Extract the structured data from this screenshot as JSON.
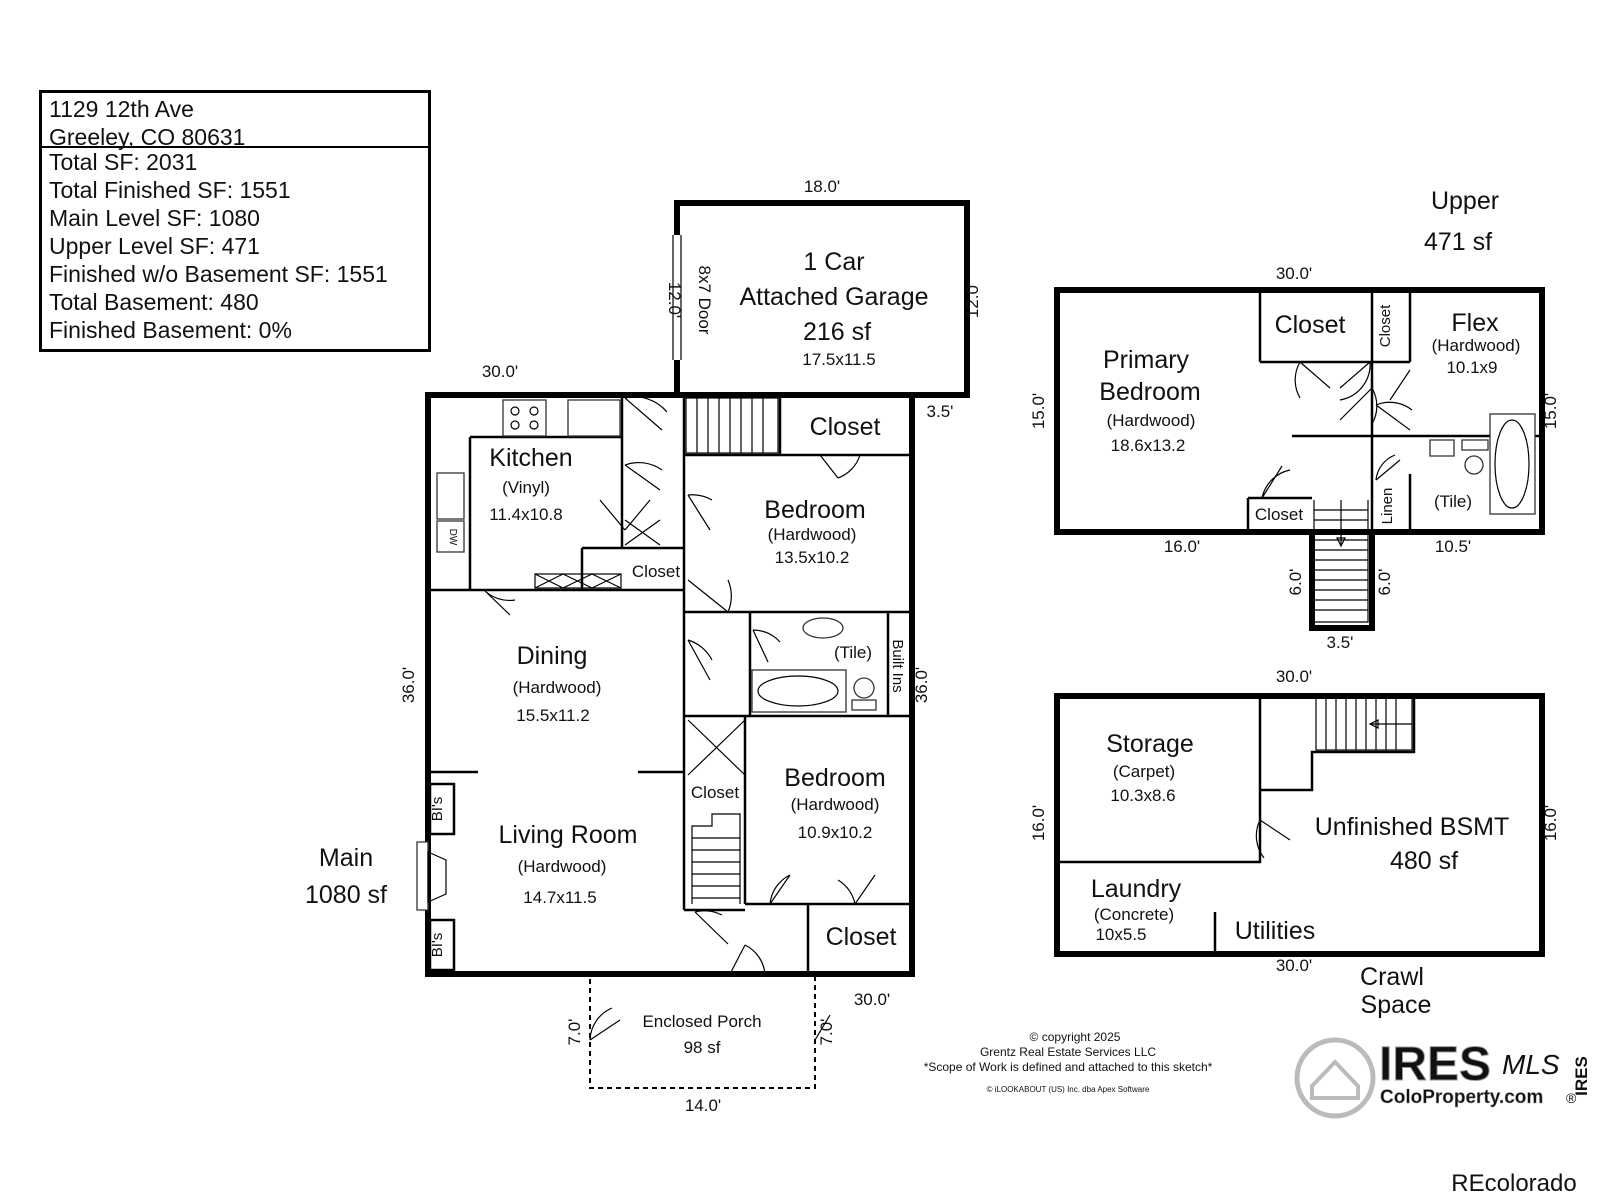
{
  "address": {
    "street": "1129 12th Ave",
    "city": "Greeley, CO 80631"
  },
  "stats": [
    "Total SF: 2031",
    "Total Finished SF: 1551",
    "Main Level SF: 1080",
    "Upper Level SF: 471",
    "Finished w/o Basement SF: 1551",
    "Total Basement: 480",
    "Finished Basement: 0%"
  ],
  "main": {
    "level": "Main",
    "area": "1080 sf",
    "dims": {
      "top": "30.0'",
      "left": "36.0'",
      "right": "36.0'",
      "bottom": "30.0'",
      "step": "3.5'"
    },
    "garage": {
      "line1": "1 Car",
      "line2": "Attached Garage",
      "area": "216 sf",
      "size": "17.5x11.5",
      "top": "18.0'",
      "left": "12.0'",
      "right": "12.0'",
      "door": "8x7 Door"
    },
    "kitchen": {
      "name": "Kitchen",
      "floor": "(Vinyl)",
      "size": "11.4x10.8",
      "dw": "DW"
    },
    "closet_top": "Closet",
    "closet_kitchen": "Closet",
    "bedroom1": {
      "name": "Bedroom",
      "floor": "(Hardwood)",
      "size": "13.5x10.2"
    },
    "bath": {
      "floor": "(Tile)",
      "builtins": "Built Ins"
    },
    "dining": {
      "name": "Dining",
      "floor": "(Hardwood)",
      "size": "15.5x11.2"
    },
    "living": {
      "name": "Living Room",
      "floor": "(Hardwood)",
      "size": "14.7x11.5",
      "bi": "BI's"
    },
    "bedroom2": {
      "name": "Bedroom",
      "floor": "(Hardwood)",
      "size": "10.9x10.2"
    },
    "closet_stair": "Closet",
    "closet_bottom": "Closet",
    "porch": {
      "name": "Enclosed Porch",
      "area": "98 sf",
      "left": "7.0'",
      "right": "7.0'",
      "bottom": "14.0'"
    }
  },
  "upper": {
    "level": "Upper",
    "area": "471 sf",
    "dims": {
      "top": "30.0'",
      "left": "15.0'",
      "right": "15.0'",
      "bottom_left": "16.0'",
      "bottom_right": "10.5'",
      "stair_left": "6.0'",
      "stair_right": "6.0'",
      "stair_bottom": "3.5'"
    },
    "primary": {
      "line1": "Primary",
      "line2": "Bedroom",
      "floor": "(Hardwood)",
      "size": "18.6x13.2"
    },
    "closet": "Closet",
    "closet_vertical": "Closet",
    "flex": {
      "name": "Flex",
      "floor": "(Hardwood)",
      "size": "10.1x9"
    },
    "bath_floor": "(Tile)",
    "linen": "Linen",
    "closet_small": "Closet"
  },
  "basement": {
    "dims": {
      "top": "30.0'",
      "left": "16.0'",
      "right": "16.0'",
      "bottom": "30.0'"
    },
    "storage": {
      "name": "Storage",
      "floor": "(Carpet)",
      "size": "10.3x8.6"
    },
    "unfinished": {
      "name": "Unfinished BSMT",
      "area": "480 sf"
    },
    "laundry": {
      "name": "Laundry",
      "floor": "(Concrete)",
      "size": "10x5.5"
    },
    "utilities": "Utilities",
    "crawl": {
      "line1": "Crawl",
      "line2": "Space"
    }
  },
  "copyright": {
    "line1": "© copyright 2025",
    "line2": "Grentz Real Estate Services LLC",
    "line3": "*Scope of Work is defined and attached to this sketch*",
    "line4": "© iLOOKABOUT (US) Inc. dba Apex Software"
  },
  "logo": {
    "brand": "IRES",
    "mls": "MLS",
    "site": "ColoProperty.com",
    "reg": "®",
    "side": "IRES"
  },
  "watermark": "REcolorado"
}
